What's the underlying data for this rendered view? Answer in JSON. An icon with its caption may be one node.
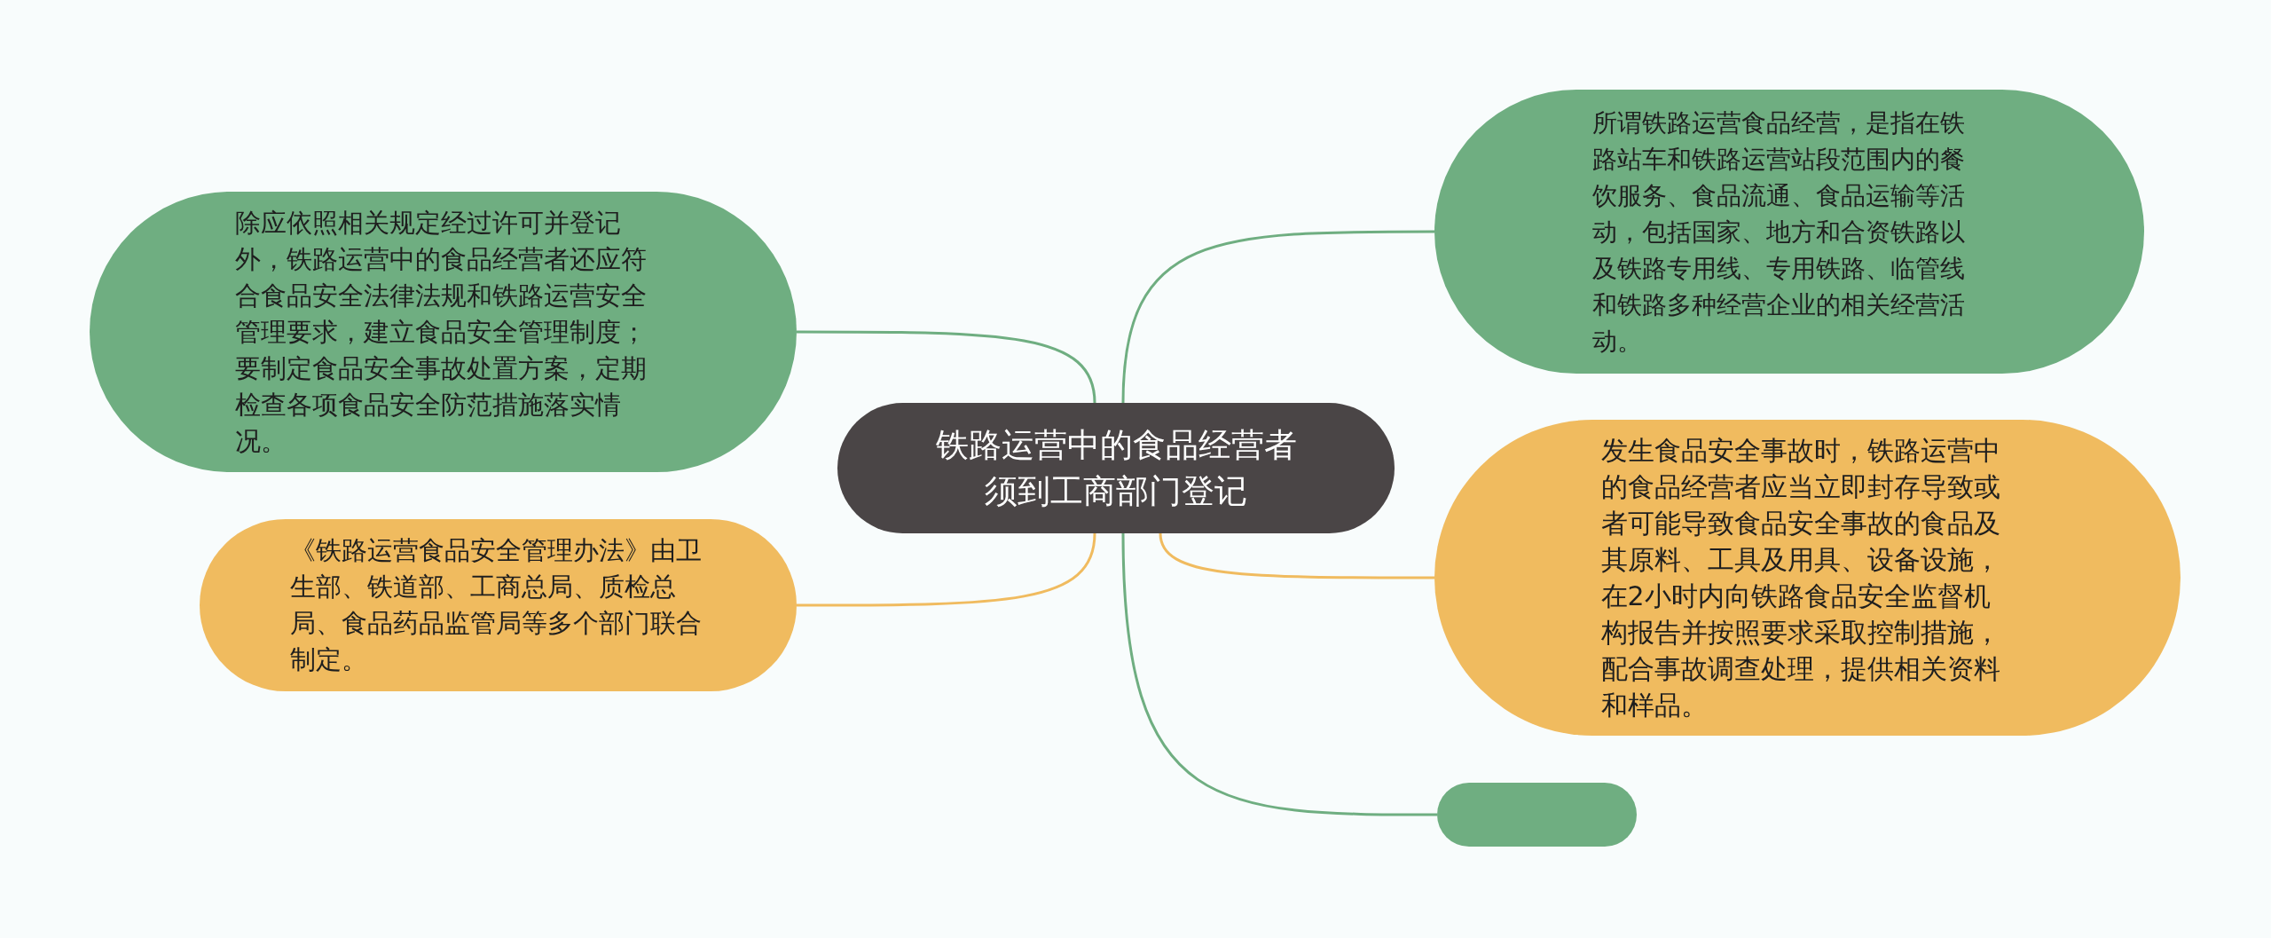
{
  "diagram": {
    "nodes": [
      {
        "text": [
          "铁路运营中的食品经营者须到工商部门登记"
        ]
      },
      {
        "text": [
          "除应依照相关规定经过许可并登记外，铁路运营中的食品经营者还应符合食品安全法律法规和铁路运营安全管理要求，建立食品安全管理制度；要制定食品安全事故处置方案，定期检查各项食品安全防范措施落实情况。"
        ]
      },
      {
        "text": [
          "《铁路运营食品安全管理办法》由卫生部、铁道部、工商总局、质检总局、食品药品监管局等多个部门联合制定。"
        ]
      },
      {
        "text": [
          "所谓铁路运营食品经营，是指在铁路站车和铁路运营站段范围内的餐饮服务、食品流通、食品运输等活动，包括国家、地方和合资铁路以及铁路专用线、专用铁路、临管线和铁路多种经营企业的相关经营活动。"
        ]
      },
      {
        "text": [
          "发生食品安全事故时，铁路运营中的食品经营者应当立即封存导致或者可能导致食品安全事故的食品及其原料、工具及用具、设备设施，在2小时内向铁路食品安全监督机构报告并按照要求采取控制措施，配合事故调查处理，提供相关资料和样品。"
        ]
      },
      {
        "text": [],
        "shape": "box"
      }
    ],
    "edges": [
      {
        "from": 0,
        "to": 1,
        "arrow": "none"
      },
      {
        "from": 0,
        "to": 2,
        "arrow": "none",
        "color": "#f0bb5f"
      },
      {
        "from": 0,
        "to": 3,
        "arrow": "none"
      },
      {
        "from": 0,
        "to": 4,
        "arrow": "none",
        "color": "#f0bb5f"
      },
      {
        "from": 0,
        "to": 5,
        "arrow": "none"
      }
    ]
  }
}
